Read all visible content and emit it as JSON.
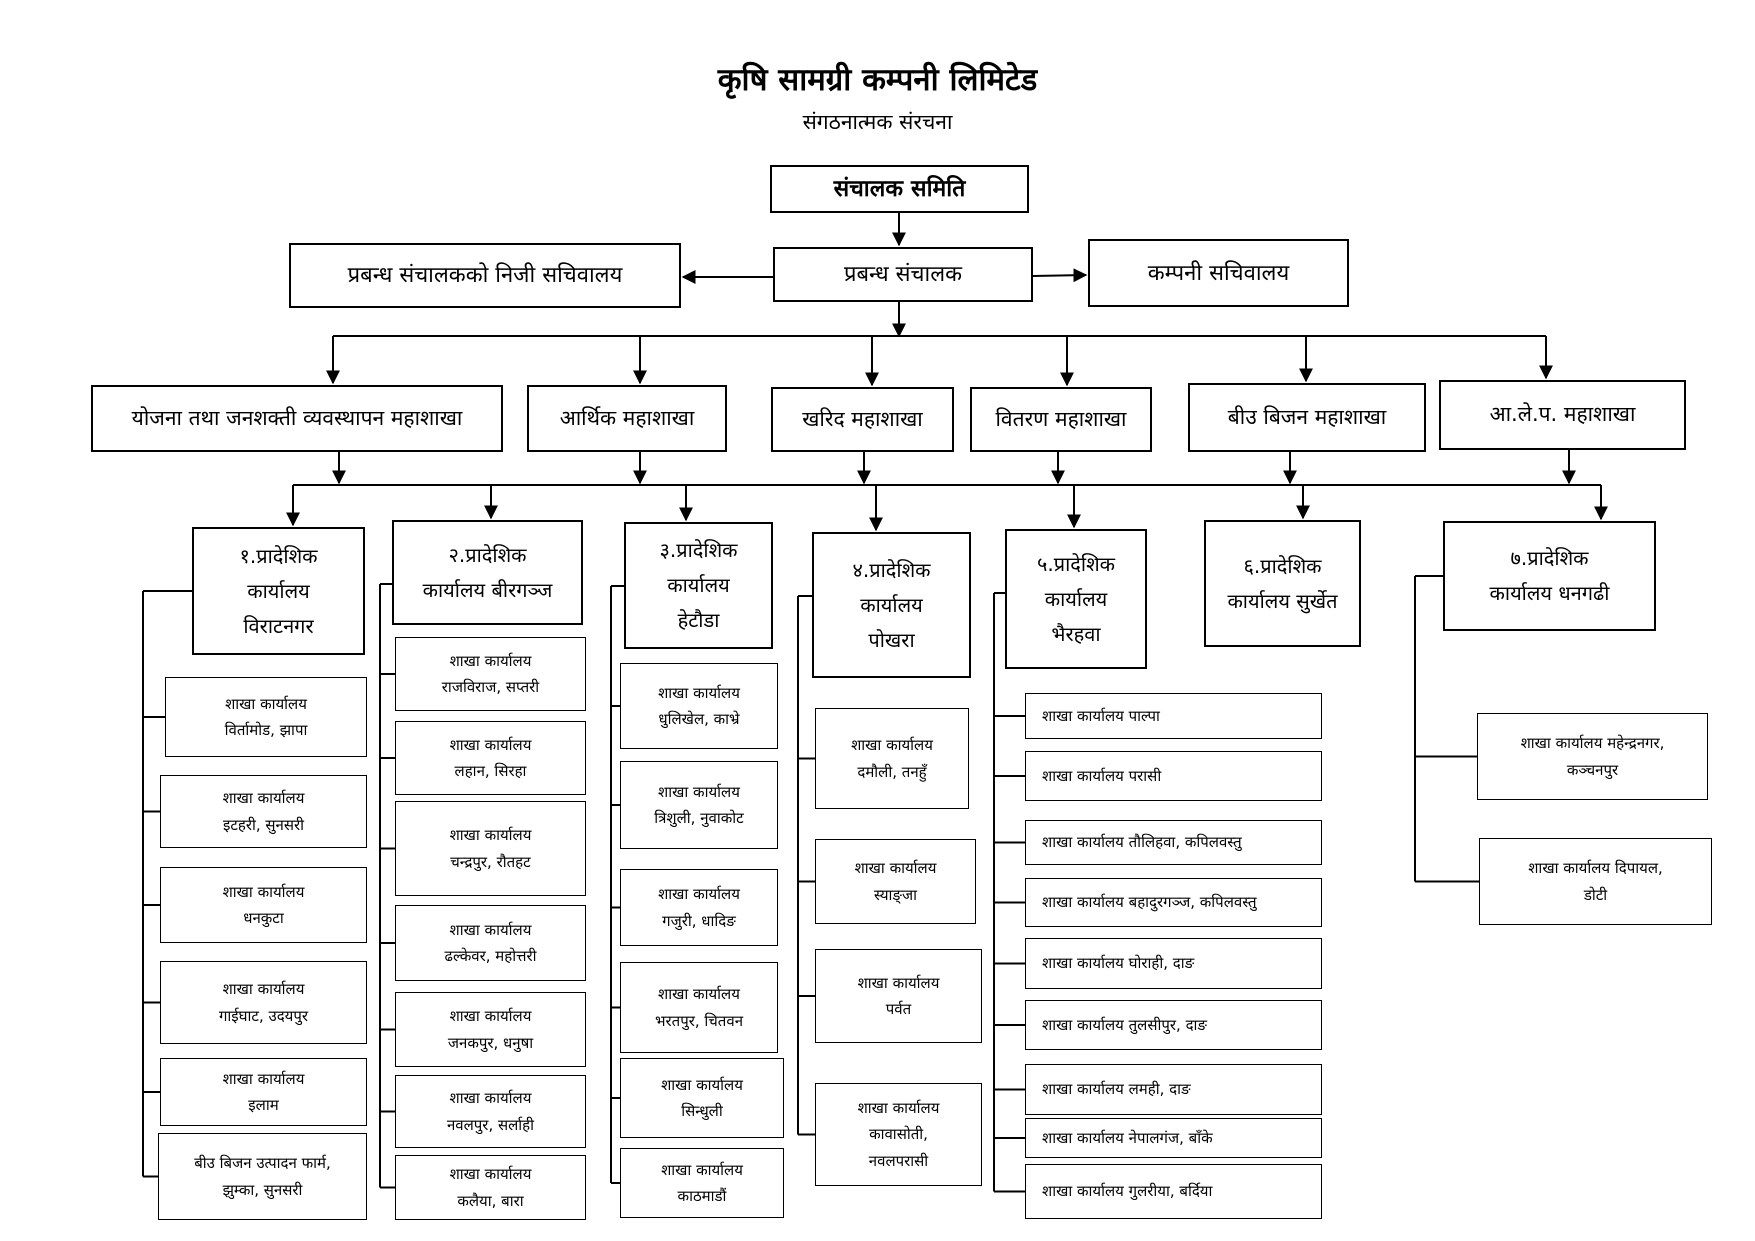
{
  "header": {
    "title": "कृषि सामग्री कम्पनी लिमिटेड",
    "subtitle": "संगठनात्मक संरचना"
  },
  "top": {
    "board": "संचालक समिति",
    "md": "प्रबन्ध संचालक",
    "md_secretariat": "प्रबन्ध संचालकको निजी सचिवालय",
    "company_secretariat": "कम्पनी सचिवालय"
  },
  "divisions": [
    "योजना तथा जनशक्ती व्यवस्थापन महाशाखा",
    "आर्थिक महाशाखा",
    "खरिद महाशाखा",
    "वितरण महाशाखा",
    "बीउ बिजन महाशाखा",
    "आ.ले.प. महाशाखा"
  ],
  "regions": [
    {
      "label": "१.प्रादेशिक\nकार्यालय\nविराटनगर",
      "branches": [
        "शाखा कार्यालय\nविर्तामोड, झापा",
        "शाखा कार्यालय\nइटहरी, सुनसरी",
        "शाखा कार्यालय\nधनकुटा",
        "शाखा कार्यालय\nगाईघाट, उदयपुर",
        "शाखा कार्यालय\nइलाम",
        "बीउ बिजन उत्पादन फार्म,\nझुम्का, सुनसरी"
      ]
    },
    {
      "label": "२.प्रादेशिक\nकार्यालय बीरगञ्ज",
      "branches": [
        "शाखा कार्यालय\nराजविराज, सप्तरी",
        "शाखा कार्यालय\nलहान, सिरहा",
        "शाखा कार्यालय\nचन्द्रपुर, रौतहट",
        "शाखा कार्यालय\nढल्केवर, महोत्तरी",
        "शाखा कार्यालय\nजनकपुर, धनुषा",
        "शाखा कार्यालय\nनवलपुर, सर्लाही",
        "शाखा कार्यालय\nकलैया, बारा"
      ]
    },
    {
      "label": "३.प्रादेशिक\nकार्यालय\nहेटौडा",
      "branches": [
        "शाखा कार्यालय\nधुलिखेल, काभ्रे",
        "शाखा कार्यालय\nत्रिशुली, नुवाकोट",
        "शाखा कार्यालय\nगजुरी, धादिङ",
        "शाखा कार्यालय\nभरतपुर, चितवन",
        "शाखा कार्यालय\nसिन्धुली",
        "शाखा कार्यालय\nकाठमाडौं"
      ]
    },
    {
      "label": "४.प्रादेशिक\nकार्यालय\nपोखरा",
      "branches": [
        "शाखा कार्यालय\nदमौली, तनहुँ",
        "शाखा कार्यालय\nस्याङ्जा",
        "शाखा कार्यालय\nपर्वत",
        "शाखा कार्यालय\nकावासोती,\nनवलपरासी"
      ]
    },
    {
      "label": "५.प्रादेशिक\nकार्यालय\nभैरहवा",
      "branches": [
        "शाखा कार्यालय पाल्पा",
        "शाखा कार्यालय परासी",
        "शाखा कार्यालय तौलिहवा, कपिलवस्तु",
        "शाखा कार्यालय बहादुरगञ्ज, कपिलवस्तु",
        "शाखा कार्यालय घोराही, दाङ",
        "शाखा कार्यालय तुलसीपुर, दाङ",
        "शाखा कार्यालय लमही, दाङ",
        "शाखा कार्यालय नेपालगंज, बाँके",
        "शाखा कार्यालय गुलरीया, बर्दिया"
      ]
    },
    {
      "label": "६.प्रादेशिक\nकार्यालय सुर्खेत",
      "branches": []
    },
    {
      "label": "७.प्रादेशिक\nकार्यालय धनगढी",
      "branches": [
        "शाखा कार्यालय महेन्द्रनगर,\nकञ्चनपुर",
        "शाखा कार्यालय दिपायल,\nडोटी"
      ]
    }
  ]
}
